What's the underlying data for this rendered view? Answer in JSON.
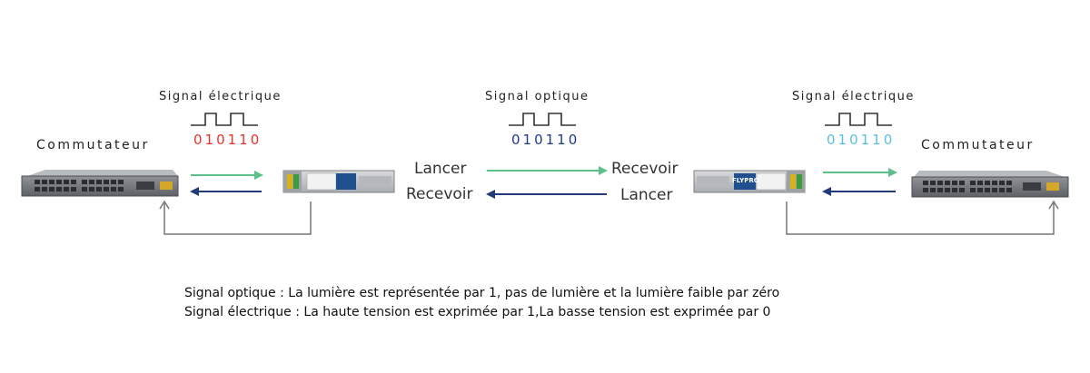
{
  "left": {
    "device_label": "Commutateur",
    "signal_title": "Signal électrique",
    "bits": "010110",
    "bits_color": "#e8322d"
  },
  "middle": {
    "signal_title": "Signal optique",
    "bits": "010110",
    "bits_color": "#1e3a8a",
    "left_send": "Lancer",
    "left_receive": "Recevoir",
    "right_receive": "Recevoir",
    "right_send": "Lancer"
  },
  "right": {
    "device_label": "Commutateur",
    "signal_title": "Signal électrique",
    "bits": "010110",
    "bits_color": "#5bc0de"
  },
  "left_module_label": "",
  "right_module_label": "FLYPRO",
  "colors": {
    "forward_arrow": "#5cc08a",
    "return_arrow": "#233a7a",
    "loop_line": "#777777"
  },
  "captions": {
    "line1": "Signal optique : La lumière est représentée par 1, pas de lumière et la lumière faible par zéro",
    "line2": "Signal électrique : La haute tension est exprimée par 1,La basse tension est exprimée par 0"
  }
}
